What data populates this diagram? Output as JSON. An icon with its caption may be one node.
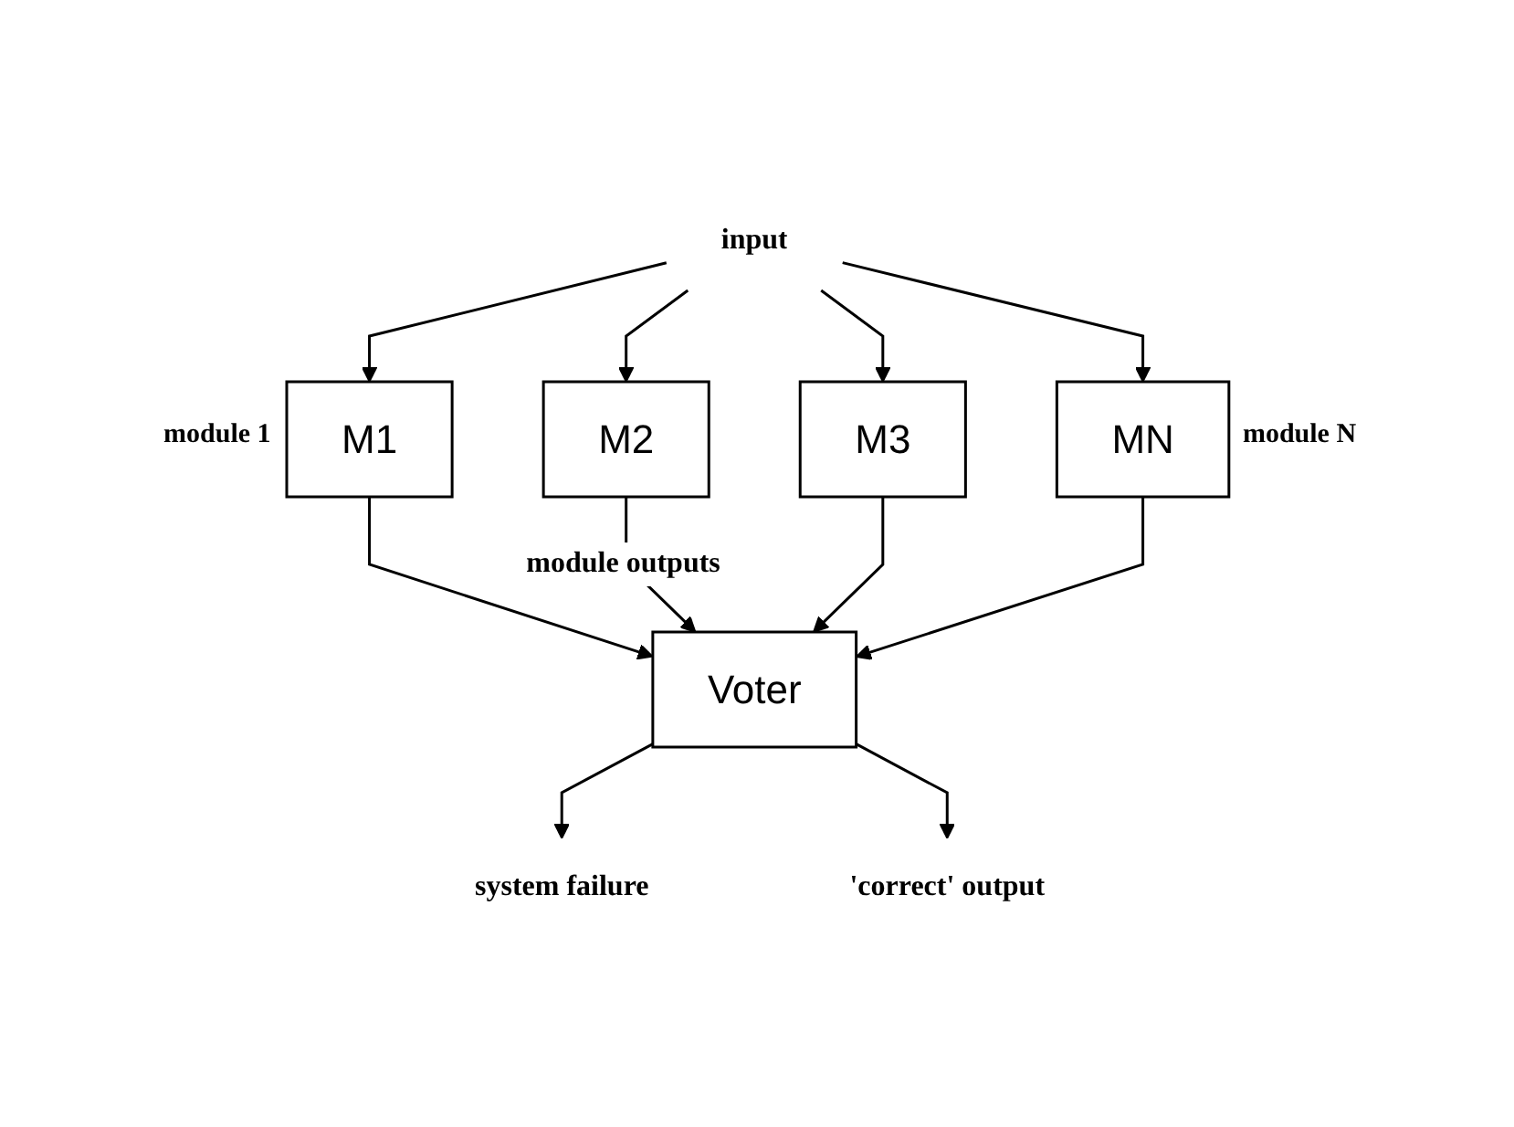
{
  "diagram": {
    "nodes": [
      {
        "text": [
          "input"
        ]
      },
      {
        "text": [
          "M1"
        ],
        "beside": [
          "module 1"
        ]
      },
      {
        "text": [
          "M2"
        ]
      },
      {
        "text": [
          "M3"
        ]
      },
      {
        "text": [
          "MN"
        ],
        "beside": [
          "module N"
        ]
      },
      {
        "text": [
          "Voter"
        ]
      },
      {
        "text": [
          "system failure"
        ]
      },
      {
        "text": [
          "'correct' output"
        ]
      }
    ],
    "edges": [
      {
        "from": 0,
        "to": 1,
        "arrow": "to"
      },
      {
        "from": 0,
        "to": 2,
        "arrow": "to"
      },
      {
        "from": 0,
        "to": 3,
        "arrow": "to"
      },
      {
        "from": 0,
        "to": 4,
        "arrow": "to"
      },
      {
        "from": 1,
        "to": 5,
        "arrow": "to"
      },
      {
        "from": 2,
        "to": 5,
        "arrow": "to",
        "label": "module outputs"
      },
      {
        "from": 3,
        "to": 5,
        "arrow": "to"
      },
      {
        "from": 4,
        "to": 5,
        "arrow": "to"
      },
      {
        "from": 5,
        "to": 6,
        "arrow": "to"
      },
      {
        "from": 5,
        "to": 7,
        "arrow": "to"
      }
    ]
  }
}
